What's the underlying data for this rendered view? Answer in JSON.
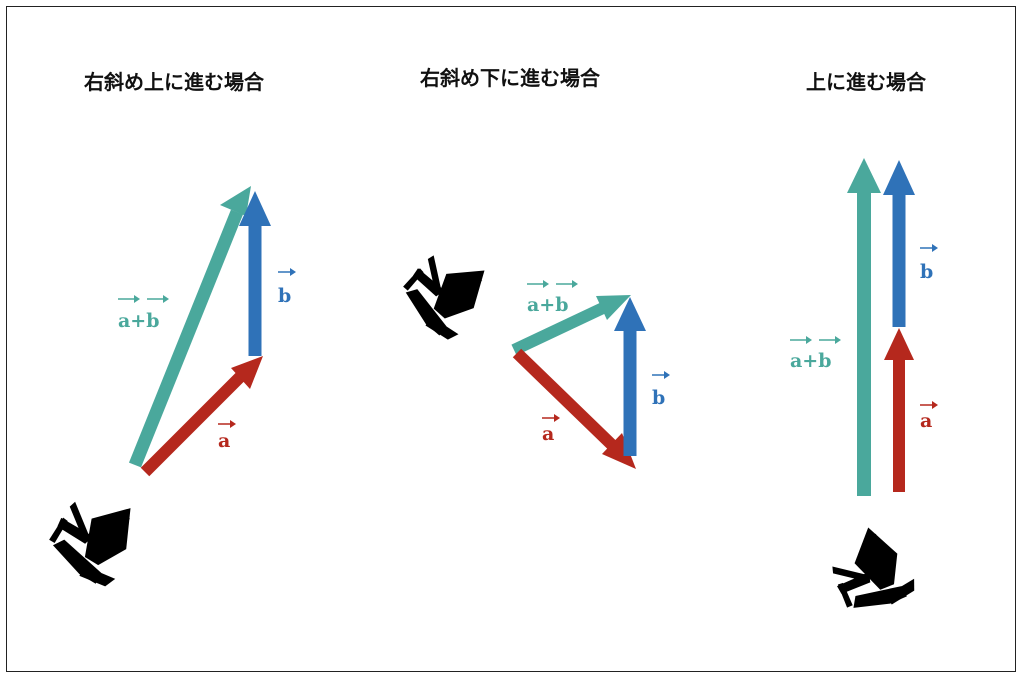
{
  "colors": {
    "sum": "#4aa89c",
    "a": "#b5281d",
    "b": "#2f72b8",
    "ship": "#000000",
    "frame": "#222222"
  },
  "panels": [
    {
      "title": "右斜め上に進む場合",
      "labels": {
        "sum": "a+b",
        "a": "a",
        "b": "b"
      }
    },
    {
      "title": "右斜め下に進む場合",
      "labels": {
        "sum": "a+b",
        "a": "a",
        "b": "b"
      }
    },
    {
      "title": "上に進む場合",
      "labels": {
        "sum": "a+b",
        "a": "a",
        "b": "b"
      }
    }
  ],
  "icons": [
    "ship-icon",
    "ship-icon",
    "ship-icon"
  ]
}
